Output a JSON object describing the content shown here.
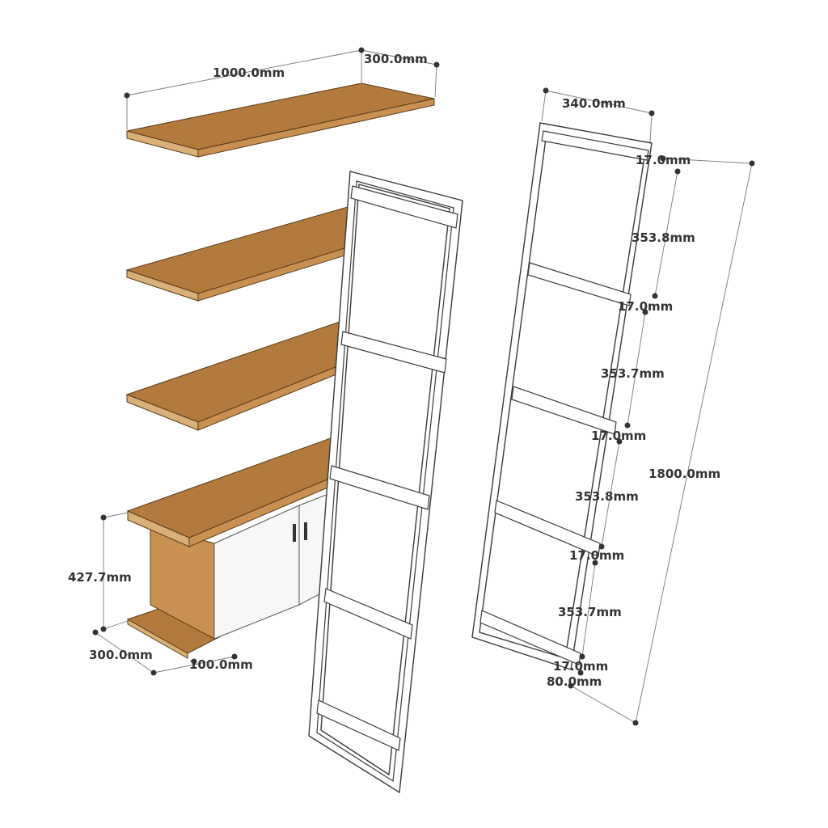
{
  "dimensions": {
    "shelf_length": "1000.0mm",
    "shelf_depth": "300.0mm",
    "frame_width": "340.0mm",
    "frame_height": "1800.0mm",
    "bar_1": "17.0mm",
    "gap_1": "353.8mm",
    "bar_2": "17.0mm",
    "gap_2": "353.7mm",
    "bar_3": "17.0mm",
    "gap_3": "353.8mm",
    "bar_4": "17.0mm",
    "gap_4": "353.7mm",
    "bar_5": "17.0mm",
    "base_offset": "80.0mm",
    "cabinet_height": "427.7mm",
    "cabinet_depth": "300.0mm",
    "cabinet_leg": "100.0mm"
  },
  "colors": {
    "wood": "#b27a3c",
    "wood_edge": "#d9b07a",
    "frame": "#ffffff",
    "door": "#f7f7f5",
    "text": "#333333"
  }
}
